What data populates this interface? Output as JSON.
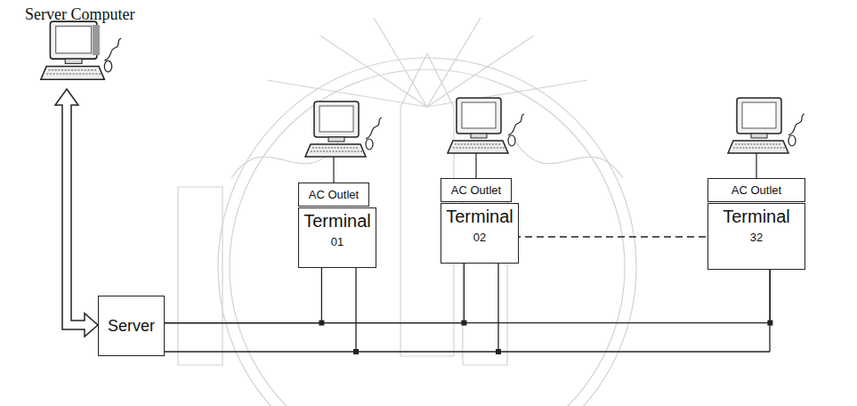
{
  "diagram": {
    "nodes": [
      {
        "text": [
          "AC Outlet"
        ]
      },
      {
        "text": [
          "AC Outlet"
        ]
      },
      {
        "text": [
          "AC Outlet"
        ]
      },
      {
        "text": [
          "Terminal",
          "01"
        ]
      },
      {
        "text": [
          "Terminal",
          "02"
        ]
      },
      {
        "text": [
          "Terminal",
          "32"
        ]
      },
      {
        "text": [
          "Server"
        ]
      }
    ],
    "edges": [
      {
        "from": 6,
        "to": 3,
        "arrow": "none"
      },
      {
        "from": 6,
        "to": 4,
        "arrow": "none"
      },
      {
        "from": 6,
        "to": 5,
        "arrow": "none"
      }
    ],
    "labels": [
      "Server Computer"
    ]
  }
}
